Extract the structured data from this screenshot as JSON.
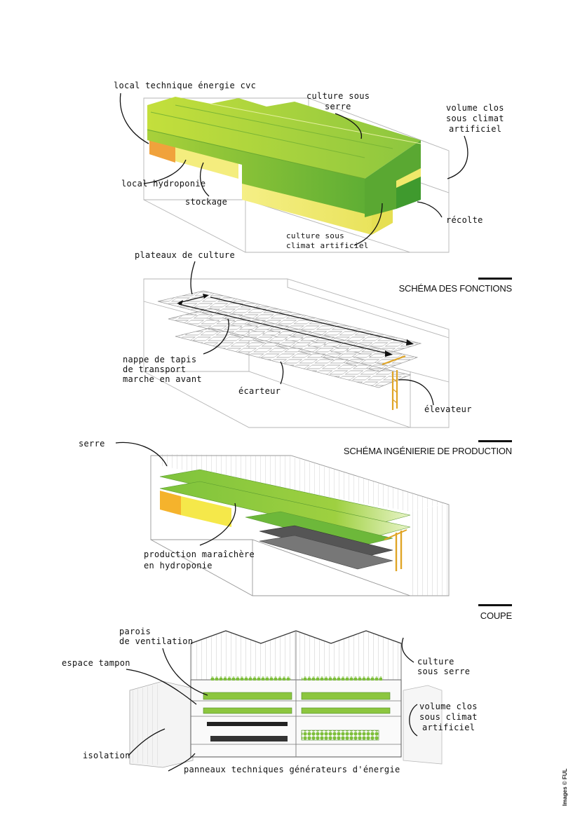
{
  "sections": {
    "functions": {
      "title": "SCHÉMA DES FONCTIONS"
    },
    "engineering": {
      "title": "SCHÉMA INGÉNIERIE DE PRODUCTION"
    },
    "section_cut": {
      "title": "COUPE"
    }
  },
  "labels": {
    "d1": {
      "local_technique": "local technique énergie cvc",
      "culture_serre_1": "culture sous",
      "culture_serre_2": "serre",
      "volume_clos_1": "volume clos",
      "volume_clos_2": "sous climat",
      "volume_clos_3": "artificiel",
      "local_hydroponie": "local hydroponie",
      "stockage": "stockage",
      "recolte": "récolte",
      "culture_climat_1": "culture sous",
      "culture_climat_2": "climat artificiel"
    },
    "d2": {
      "plateaux": "plateaux de culture",
      "nappe_1": "nappe de tapis",
      "nappe_2": "de transport",
      "nappe_3": "marche en avant",
      "ecarteur": "écarteur",
      "elevateur": "élevateur"
    },
    "d3": {
      "serre": "serre",
      "production_1": "production maraîchère",
      "production_2": "en hydroponie"
    },
    "d4": {
      "parois_1": "parois",
      "parois_2": "de ventilation",
      "espace_tampon": "espace tampon",
      "culture_serre_1": "culture",
      "culture_serre_2": "sous serre",
      "volume_clos_1": "volume clos",
      "volume_clos_2": "sous climat",
      "volume_clos_3": "artificiel",
      "isolation": "isolation",
      "panneaux": "panneaux techniques générateurs d'énergie"
    }
  },
  "credit": "Images © FUL",
  "colors": {
    "green_light": "#b8d93a",
    "green_mid": "#8cc63f",
    "green_dark": "#5aa832",
    "yellow": "#f2ee7a",
    "yellow_bright": "#f5e84a",
    "orange": "#f0a23c",
    "lift": "#e0a526",
    "outline": "#b5b5b5"
  }
}
